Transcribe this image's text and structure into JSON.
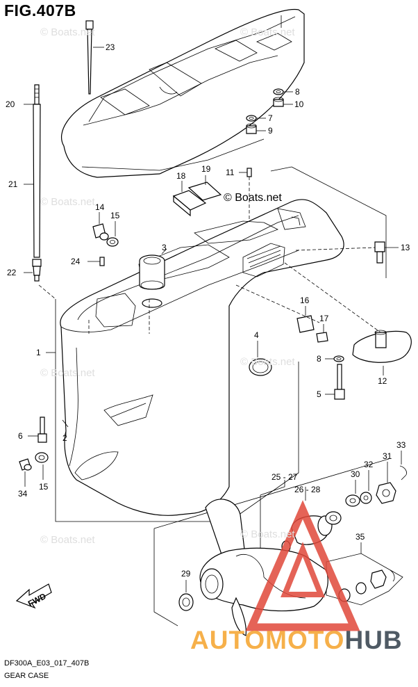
{
  "figure": {
    "title": "FIG.407B",
    "code": "DF300A_E03_017_407B",
    "name": "GEAR CASE"
  },
  "watermarks": {
    "repeat_text": "© Boats.net",
    "main_text": "© Boats.net",
    "brand_part1": "AUTOMOTO",
    "brand_part2": "HUB",
    "brand_color_1": "#f6b04a",
    "brand_color_2": "#4f5a64",
    "triangle_color": "#e0483a"
  },
  "fwd_label": "FWD",
  "callouts": {
    "c1": "1",
    "c2": "2",
    "c3": "3",
    "c4": "4",
    "c5": "5",
    "c6": "6",
    "c7": "7",
    "c8a": "8",
    "c8b": "8",
    "c9": "9",
    "c10": "10",
    "c11": "11",
    "c12": "12",
    "c13": "13",
    "c14": "14",
    "c15a": "15",
    "c15b": "15",
    "c16": "16",
    "c17": "17",
    "c18": "18",
    "c19": "19",
    "c20": "20",
    "c21": "21",
    "c22": "22",
    "c23": "23",
    "c24": "24",
    "c25_27": "25 - 27",
    "c26_28": "26 - 28",
    "c29": "29",
    "c30": "30",
    "c31": "31",
    "c32": "32",
    "c33": "33",
    "c34": "34",
    "c35": "35"
  }
}
